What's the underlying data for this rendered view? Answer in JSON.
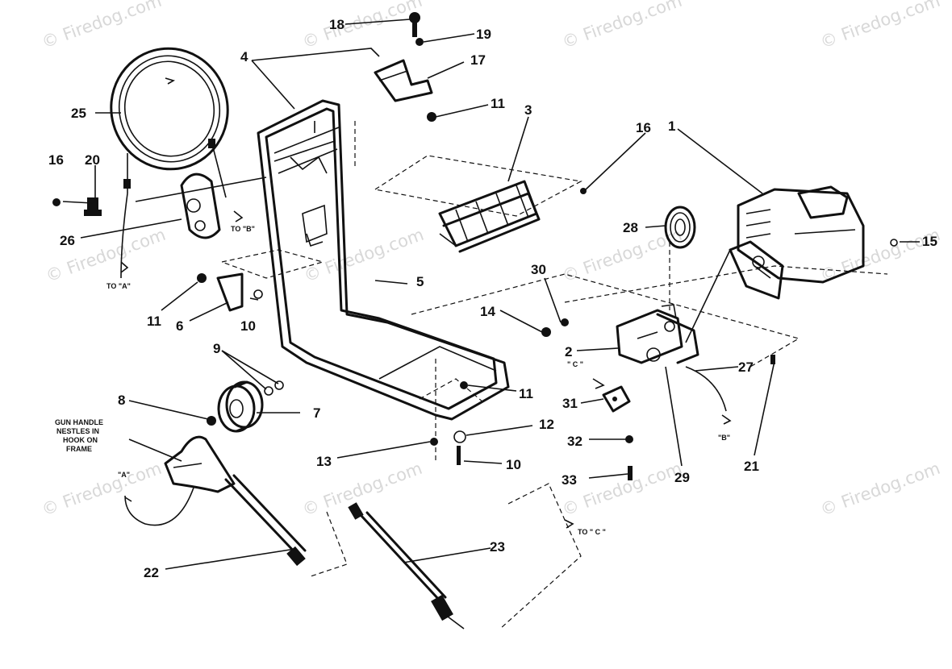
{
  "diagram": {
    "watermark": "© Firedog.com",
    "callouts": {
      "c1": "1",
      "c2": "2",
      "c3": "3",
      "c4": "4",
      "c5": "5",
      "c6": "6",
      "c7": "7",
      "c8": "8",
      "c9": "9",
      "c10a": "10",
      "c10b": "10",
      "c11a": "11",
      "c11b": "11",
      "c11c": "11",
      "c12": "12",
      "c13": "13",
      "c14": "14",
      "c15": "15",
      "c16a": "16",
      "c16b": "16",
      "c17": "17",
      "c18": "18",
      "c19": "19",
      "c20": "20",
      "c21": "21",
      "c22": "22",
      "c23": "23",
      "c25": "25",
      "c26": "26",
      "c27": "27",
      "c28": "28",
      "c29": "29",
      "c30": "30",
      "c31": "31",
      "c32": "32",
      "c33": "33"
    },
    "refs": {
      "to_a": "TO \"A\"",
      "to_b": "TO \"B\"",
      "to_c": "TO \" C \"",
      "mark_a": "\"A\"",
      "mark_b": "\"B\"",
      "mark_c": "\" C \""
    },
    "note_lines": [
      "GUN HANDLE",
      "NESTLES IN",
      "HOOK ON",
      "FRAME"
    ]
  }
}
